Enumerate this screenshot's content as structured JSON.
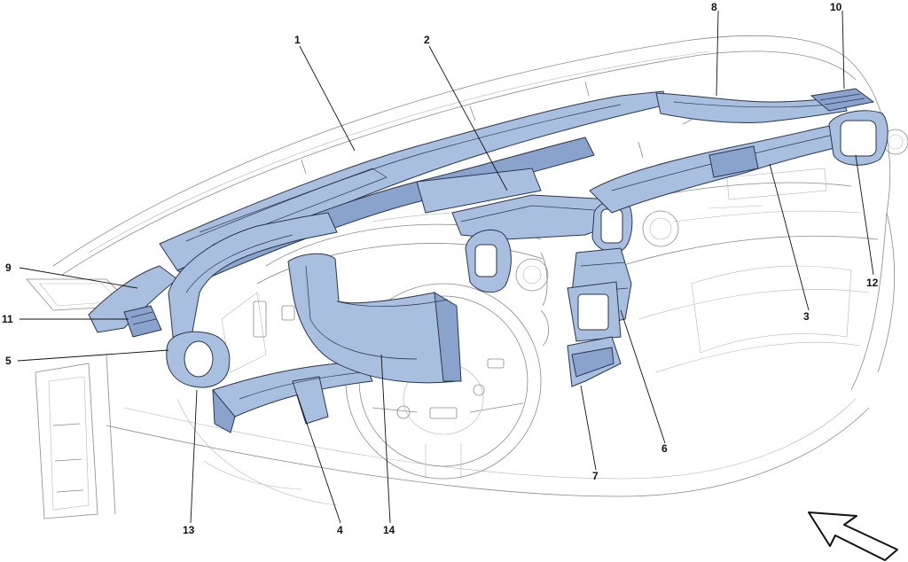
{
  "diagram": {
    "callouts": [
      {
        "id": "1",
        "label": "1"
      },
      {
        "id": "2",
        "label": "2"
      },
      {
        "id": "3",
        "label": "3"
      },
      {
        "id": "4",
        "label": "4"
      },
      {
        "id": "5",
        "label": "5"
      },
      {
        "id": "6",
        "label": "6"
      },
      {
        "id": "7",
        "label": "7"
      },
      {
        "id": "8",
        "label": "8"
      },
      {
        "id": "9",
        "label": "9"
      },
      {
        "id": "10",
        "label": "10"
      },
      {
        "id": "11",
        "label": "11"
      },
      {
        "id": "12",
        "label": "12"
      },
      {
        "id": "13",
        "label": "13"
      },
      {
        "id": "14",
        "label": "14"
      }
    ],
    "colors": {
      "duct_fill": "#a9bfe0",
      "duct_shadow": "#8aa3cc",
      "outline": "#2a3550",
      "sketch": "#8a8a8a",
      "text": "#111111"
    },
    "direction_arrow": {
      "icon": "direction-arrow-icon"
    }
  }
}
